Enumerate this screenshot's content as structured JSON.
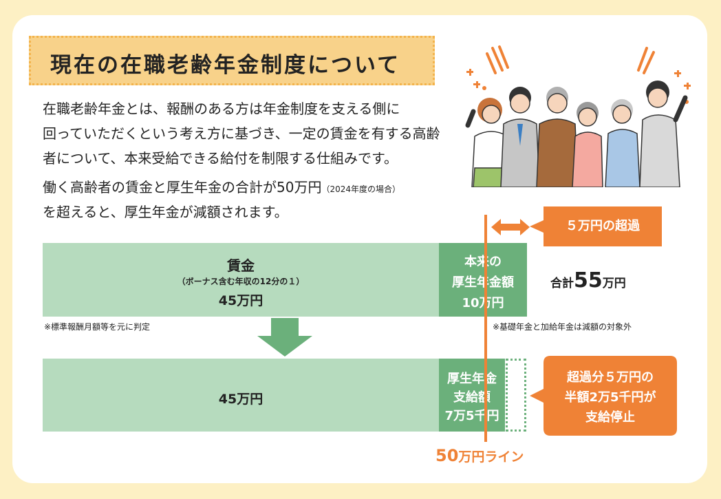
{
  "title": "現在の在職老齢年金制度について",
  "description": {
    "line1": "在職老齢年金とは、報酬のある方は年金制度を支える側に",
    "line2": "回っていただくという考え方に基づき、一定の賃金を有する高齢",
    "line3": "者について、本来受給できる給付を制限する仕組みです。",
    "line4_main": "働く高齢者の賃金と厚生年金の合計が50万円",
    "line4_small": "（2024年度の場合）",
    "line5": "を超えると、厚生年金が減額されます。"
  },
  "top_bar": {
    "wage_label": "賃金",
    "wage_sub": "（ボーナス含む年収の12分の１）",
    "wage_amount": "45万円",
    "pension_label_1": "本来の",
    "pension_label_2": "厚生年金額",
    "pension_amount": "10万円"
  },
  "total_prefix": "合計",
  "total_value": "55",
  "total_unit": "万円",
  "excess_label": "５万円の超過",
  "note_left": "※標準報酬月額等を元に判定",
  "note_right": "※基礎年金と加給年金は減額の対象外",
  "bottom_bar": {
    "wage_amount": "45万円",
    "pension_label_1": "厚生年金",
    "pension_label_2": "支給額",
    "pension_amount": "7万5千円"
  },
  "stop_box": {
    "line1": "超過分５万円の",
    "line2": "半額2万5千円が",
    "line3": "支給停止"
  },
  "line_label_num": "50",
  "line_label_text": "万円ライン",
  "colors": {
    "background": "#fdf0c4",
    "title_fill": "#f8d28a",
    "bar_light": "#b6dbbe",
    "bar_dark": "#6bb07b",
    "accent_orange": "#ef8236"
  },
  "icons": [
    "people-illustration",
    "double-arrow-icon",
    "down-arrow-icon",
    "sparkle-icon"
  ]
}
